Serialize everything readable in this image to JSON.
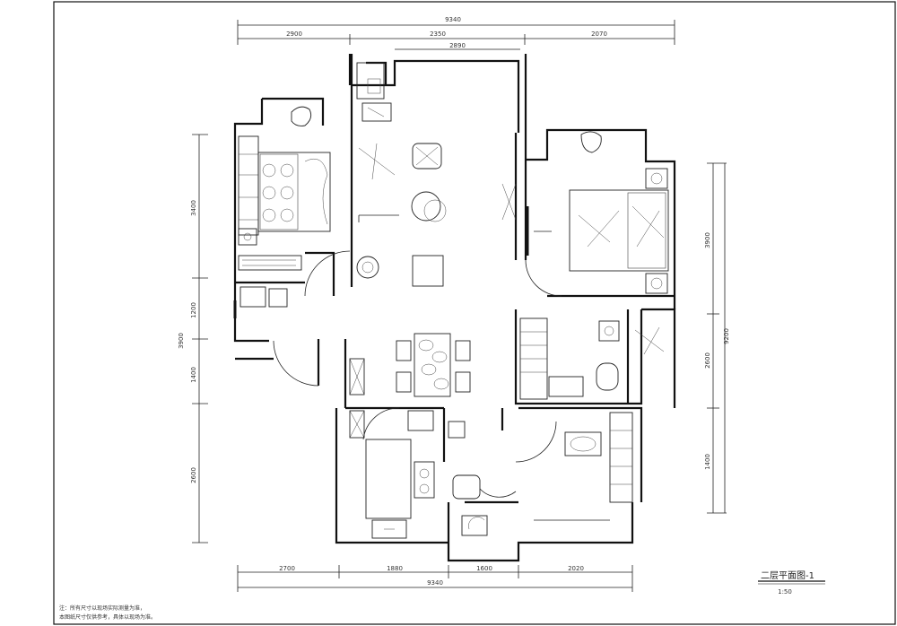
{
  "drawing": {
    "title": "二层平面图-1",
    "scale": "1:50",
    "notes": [
      "注：所有尺寸以现场实际测量为准，",
      "    本图纸尺寸仅供参考，具体以现场为准。"
    ]
  },
  "dimensions": {
    "top_total": "9340",
    "top_segments": [
      "2900",
      "2350",
      "2070"
    ],
    "top_inner": "2890",
    "bottom_total": "9340",
    "bottom_segments": [
      "2700",
      "1880",
      "1600",
      "2020"
    ],
    "left_segments": [
      "3400",
      "1200",
      "1400",
      "2600"
    ],
    "left_total": "3900",
    "right_segments": [
      "3900",
      "2600",
      "1400"
    ],
    "right_total": "9200"
  }
}
